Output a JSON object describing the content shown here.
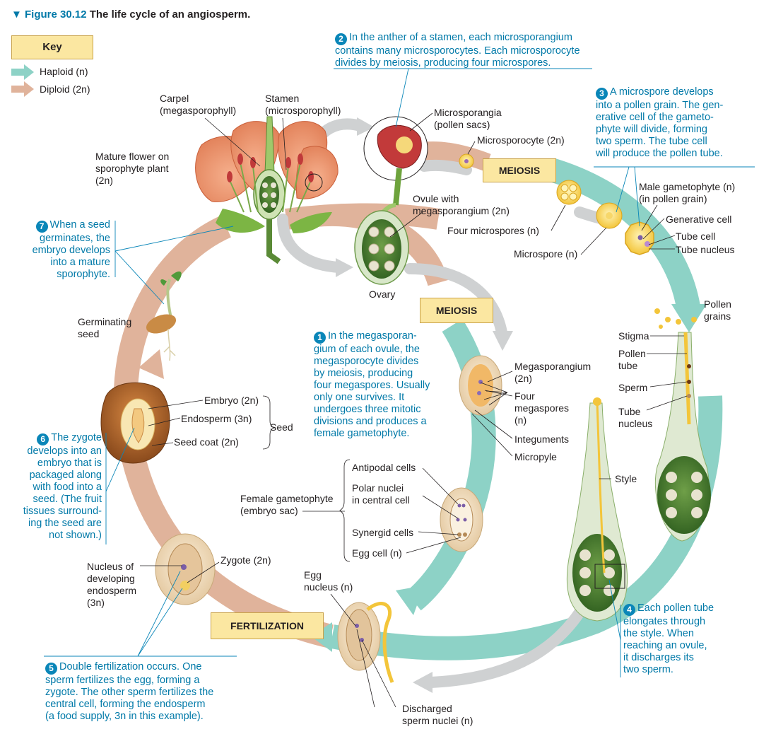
{
  "figure": {
    "number": "▼ Figure 30.12",
    "title": "The life cycle of an angiosperm."
  },
  "key": {
    "title": "Key",
    "haploid": "Haploid (n)",
    "diploid": "Diploid (2n)",
    "colors": {
      "haploid": "#8dd2c6",
      "diploid": "#e0b39b"
    }
  },
  "stages": {
    "meiosis_top": "MEIOSIS",
    "meiosis_mid": "MEIOSIS",
    "fertilization": "FERTILIZATION"
  },
  "notes": {
    "n1": {
      "num": "1",
      "text": "In the megasporan-\ngium of each ovule, the\nmegasporocyte divides\nby meiosis, producing\nfour megaspores. Usually\nonly one survives. It\nundergoes three mitotic\ndivisions and produces a\nfemale gametophyte."
    },
    "n2": {
      "num": "2",
      "text": "In the anther of a stamen, each microsporangium\ncontains many microsporocytes. Each microsporocyte\ndivides by meiosis, producing four microspores."
    },
    "n3": {
      "num": "3",
      "text": "A microspore develops\ninto a pollen grain. The gen-\nerative cell of the gameto-\nphyte will divide, forming\ntwo sperm. The tube cell\nwill produce the pollen tube."
    },
    "n4": {
      "num": "4",
      "text": "Each pollen tube\nelongates through\nthe style. When\nreaching an ovule,\nit discharges its\ntwo sperm."
    },
    "n5": {
      "num": "5",
      "text": "Double fertilization occurs. One\nsperm fertilizes the egg, forming a\nzygote. The other sperm fertilizes the\ncentral cell, forming the endosperm\n(a food supply, 3n in this example)."
    },
    "n6": {
      "num": "6",
      "text": "The zygote\ndevelops into an\nembryo that is\npackaged along\nwith food into a\nseed. (The fruit\ntissues surround-\ning the seed are\nnot shown.)"
    },
    "n7": {
      "num": "7",
      "text": "When a seed\ngerminates, the\nembryo develops\ninto a mature\nsporophyte."
    }
  },
  "labels": {
    "carpel": "Carpel\n(megasporophyll)",
    "stamen": "Stamen\n(microsporophyll)",
    "mature_flower": "Mature flower on\nsporophyte plant\n(2n)",
    "microsporangia": "Microsporangia\n(pollen sacs)",
    "microsporocyte": "Microsporocyte (2n)",
    "male_gametophyte": "Male gametophyte (n)\n(in pollen grain)",
    "generative_cell": "Generative cell",
    "tube_cell": "Tube cell",
    "tube_nucleus_top": "Tube nucleus",
    "four_microspores": "Four microspores (n)",
    "microspore": "Microspore (n)",
    "ovule": "Ovule with\nmegasporangium (2n)",
    "ovary": "Ovary",
    "germinating_seed": "Germinating\nseed",
    "pollen_grains": "Pollen\ngrains",
    "stigma": "Stigma",
    "pollen_tube": "Pollen\ntube",
    "sperm": "Sperm",
    "tube_nucleus": "Tube\nnucleus",
    "style": "Style",
    "megasporangium": "Megasporangium\n(2n)",
    "four_megaspores": "Four\nmegaspores\n(n)",
    "integuments": "Integuments",
    "micropyle": "Micropyle",
    "embryo": "Embryo (2n)",
    "endosperm": "Endosperm (3n)",
    "seed": "Seed",
    "seed_coat": "Seed coat (2n)",
    "antipodal": "Antipodal cells",
    "polar": "Polar nuclei\nin central cell",
    "female_gametophyte": "Female gametophyte\n(embryo sac)",
    "synergid": "Synergid cells",
    "egg_cell": "Egg cell (n)",
    "nucleus_endosperm": "Nucleus of\ndeveloping\nendosperm\n(3n)",
    "zygote": "Zygote (2n)",
    "egg_nucleus": "Egg\nnucleus (n)",
    "discharged": "Discharged\nsperm nuclei (n)"
  }
}
